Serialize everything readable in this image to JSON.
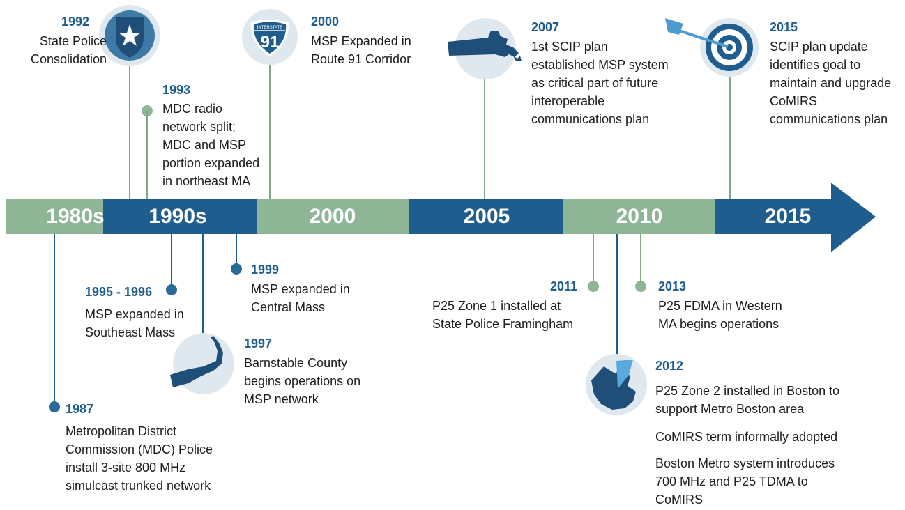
{
  "timeline": {
    "bands": [
      "1980s",
      "1990s",
      "2000",
      "2005",
      "2010",
      "2015"
    ]
  },
  "events_above": {
    "e1992": {
      "year": "1992",
      "lines": [
        "State Police",
        "Consolidation"
      ]
    },
    "e1993": {
      "year": "1993",
      "lines": [
        "MDC radio",
        "network split;",
        "MDC and MSP",
        "portion expanded",
        "in northeast MA"
      ]
    },
    "e2000": {
      "year": "2000",
      "lines": [
        "MSP Expanded in",
        "Route 91 Corridor"
      ],
      "shield_top": "INTERSTATE",
      "shield_num": "91"
    },
    "e2007": {
      "year": "2007",
      "lines": [
        "1st SCIP plan",
        "established MSP system",
        "as critical part of future",
        "interoperable",
        "communications plan"
      ]
    },
    "e2015": {
      "year": "2015",
      "lines": [
        "SCIP plan update",
        "identifies goal to",
        "maintain and upgrade",
        "CoMIRS",
        "communications plan"
      ]
    }
  },
  "events_below": {
    "e1987": {
      "year": "1987",
      "lines": [
        "Metropolitan District",
        "Commission (MDC) Police",
        "install 3-site 800 MHz",
        "simulcast trunked network"
      ]
    },
    "e1995": {
      "year": "1995 - 1996",
      "lines": [
        "MSP expanded in",
        "Southeast Mass"
      ]
    },
    "e1997": {
      "year": "1997",
      "lines": [
        "Barnstable County",
        "begins operations on",
        "MSP network"
      ]
    },
    "e1999": {
      "year": "1999",
      "lines": [
        "MSP expanded in",
        "Central Mass"
      ]
    },
    "e2011": {
      "year": "2011",
      "lines": [
        "P25 Zone 1 installed at",
        "State Police Framingham"
      ]
    },
    "e2013": {
      "year": "2013",
      "lines": [
        "P25 FDMA in Western",
        "MA begins operations"
      ]
    },
    "e2012": {
      "year": "2012",
      "p1": [
        "P25 Zone 2 installed in Boston to",
        "support Metro Boston area"
      ],
      "p2": [
        "CoMIRS term informally adopted"
      ],
      "p3": [
        "Boston Metro system introduces",
        "700 MHz and P25 TDMA to",
        "CoMIRS"
      ]
    }
  },
  "colors": {
    "band_blue": "#1f5d8e",
    "band_green": "#8db596",
    "year_blue": "#1f5d8e",
    "text": "#1d1d1d"
  }
}
